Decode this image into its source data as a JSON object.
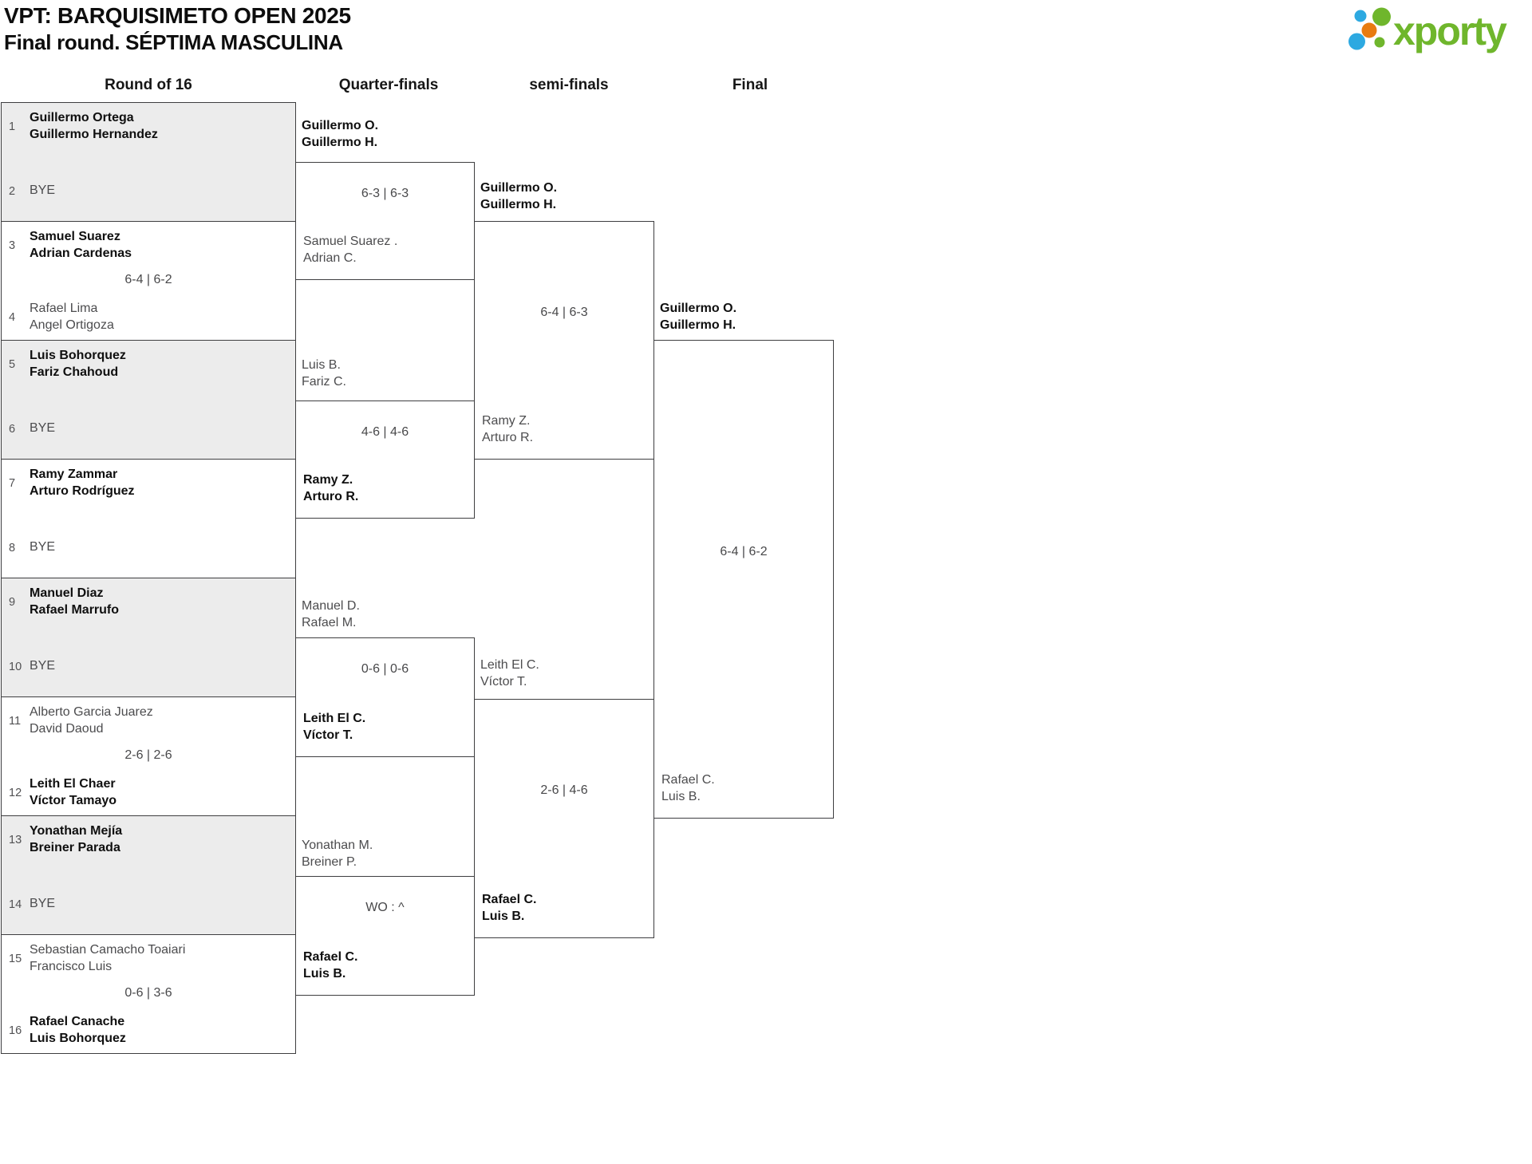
{
  "header": {
    "title_line1": "VPT: BARQUISIMETO OPEN 2025",
    "title_line2": "Final round. SÉPTIMA MASCULINA"
  },
  "logo": {
    "wordmark": "xporty",
    "colors": {
      "green": "#6fb62c",
      "blue": "#2da9e1",
      "orange": "#e87c10"
    }
  },
  "columns": [
    "Round of 16",
    "Quarter-finals",
    "semi-finals",
    "Final"
  ],
  "r16": [
    {
      "seed_top": "1",
      "top": [
        "Guillermo Ortega",
        "Guillermo Hernandez"
      ],
      "score": "",
      "seed_bottom": "2",
      "bottom": [
        "BYE"
      ]
    },
    {
      "seed_top": "3",
      "top": [
        "Samuel Suarez",
        "Adrian Cardenas"
      ],
      "score": "6-4 | 6-2",
      "seed_bottom": "4",
      "bottom": [
        "Rafael Lima",
        "Angel Ortigoza"
      ]
    },
    {
      "seed_top": "5",
      "top": [
        "Luis Bohorquez",
        "Fariz Chahoud"
      ],
      "score": "",
      "seed_bottom": "6",
      "bottom": [
        "BYE"
      ]
    },
    {
      "seed_top": "7",
      "top": [
        "Ramy Zammar",
        "Arturo Rodríguez"
      ],
      "score": "",
      "seed_bottom": "8",
      "bottom": [
        "BYE"
      ]
    },
    {
      "seed_top": "9",
      "top": [
        "Manuel Diaz",
        "Rafael Marrufo"
      ],
      "score": "",
      "seed_bottom": "10",
      "bottom": [
        "BYE"
      ]
    },
    {
      "seed_top": "11",
      "top": [
        "Alberto Garcia Juarez",
        "David Daoud"
      ],
      "score": "2-6 | 2-6",
      "seed_bottom": "12",
      "bottom": [
        "Leith El Chaer",
        "Víctor Tamayo"
      ]
    },
    {
      "seed_top": "13",
      "top": [
        "Yonathan Mejía",
        "Breiner Parada"
      ],
      "score": "",
      "seed_bottom": "14",
      "bottom": [
        "BYE"
      ]
    },
    {
      "seed_top": "15",
      "top": [
        "Sebastian Camacho Toaiari",
        "Francisco Luis"
      ],
      "score": "0-6 | 3-6",
      "seed_bottom": "16",
      "bottom": [
        "Rafael Canache",
        "Luis Bohorquez"
      ]
    }
  ],
  "qf": [
    {
      "top": [
        "Guillermo O.",
        "Guillermo H."
      ],
      "score": "6-3 | 6-3",
      "bottom": [
        "Samuel Suarez .",
        "Adrian C."
      ]
    },
    {
      "top": [
        "Luis B.",
        "Fariz C."
      ],
      "score": "4-6 | 4-6",
      "bottom": [
        "Ramy Z.",
        "Arturo R."
      ]
    },
    {
      "top": [
        "Manuel D.",
        "Rafael M."
      ],
      "score": "0-6 | 0-6",
      "bottom": [
        "Leith El C.",
        "Víctor T."
      ]
    },
    {
      "top": [
        "Yonathan M.",
        "Breiner P."
      ],
      "score": "WO : ^",
      "bottom": [
        "Rafael C.",
        "Luis B."
      ]
    }
  ],
  "sf": [
    {
      "top": [
        "Guillermo O.",
        "Guillermo H."
      ],
      "score": "6-4 | 6-3",
      "bottom": [
        "Ramy Z.",
        "Arturo R."
      ]
    },
    {
      "top": [
        "Leith El C.",
        "Víctor T."
      ],
      "score": "2-6 | 4-6",
      "bottom": [
        "Rafael C.",
        "Luis B."
      ]
    }
  ],
  "final": {
    "top": [
      "Guillermo O.",
      "Guillermo H."
    ],
    "score": "6-4 | 6-2",
    "bottom": [
      "Rafael C.",
      "Luis B."
    ]
  }
}
